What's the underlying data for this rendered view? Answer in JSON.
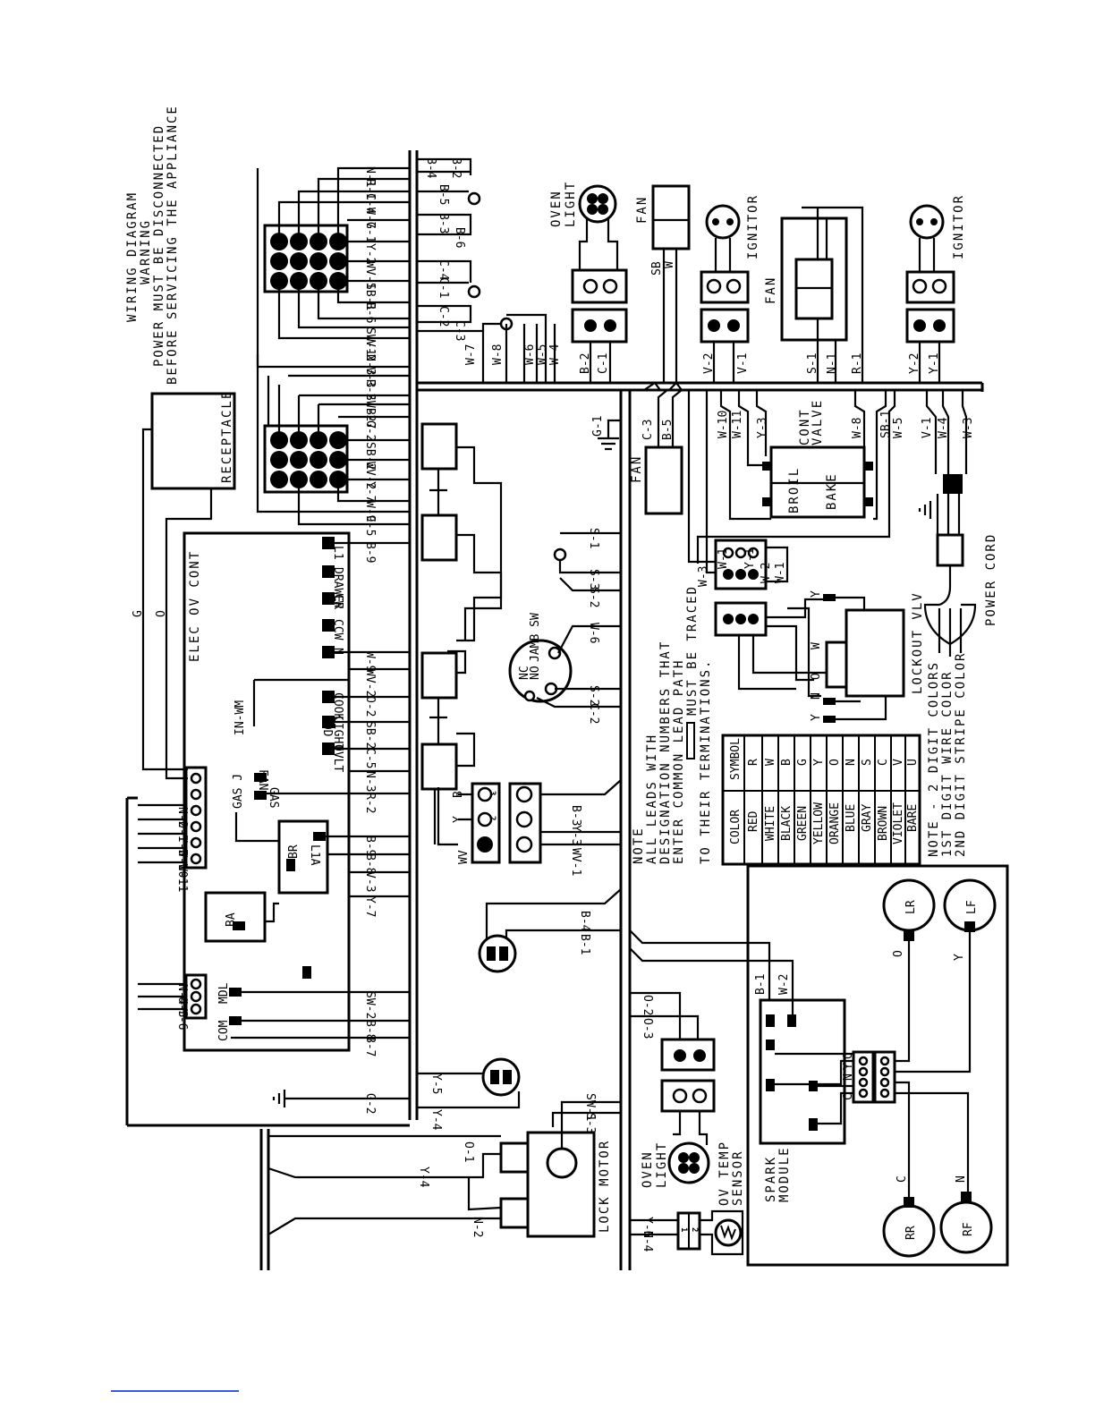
{
  "header": {
    "title": "WIRING DIAGRAM",
    "warning": "WARNING",
    "line1": "POWER MUST BE DISCONNECTED",
    "line2": "BEFORE SERVICING THE APPLIANCE"
  },
  "components": {
    "receptacle": "RECEPTACLE",
    "elec_ov_cont": "ELEC OV CONT",
    "oven_light": [
      "OVEN",
      "LIGHT"
    ],
    "fan": "FAN",
    "ignitor": "IGNITOR",
    "cont_valve": [
      "CONT",
      "VALVE"
    ],
    "broil": "BROIL",
    "bake": "BAKE",
    "jamb_sw": "JAMB SW",
    "lockout_vlv": "LOCKOUT VLV",
    "power_cord": "POWER CORD",
    "lock_motor": "LOCK MOTOR",
    "ov_temp_sensor": [
      "OV TEMP",
      "SENSOR"
    ],
    "spark_module": [
      "SPARK",
      "MODULE"
    ],
    "burners": [
      "LR",
      "LF",
      "RR",
      "RF"
    ],
    "control_terms": [
      "L1",
      "DRAWER",
      "CW",
      "CCW",
      "N",
      "COOK",
      "LIGHT",
      "FOD",
      "OVLT",
      "GAS",
      "FAN",
      "GAS J",
      "IN-WM",
      "COM",
      "MDL",
      "BR",
      "L1A",
      "BA"
    ]
  },
  "wire_labels": {
    "top_right": [
      "N-1",
      "R-1",
      "C-4",
      "W-7",
      "G-1",
      "Y-2",
      "WV-1",
      "SB-1",
      "B-6",
      "SW-1",
      "V-2",
      "N-3",
      "V-3",
      "R-2",
      "SW-2",
      "B-7",
      "G-2",
      "SB-2",
      "WV-2",
      "Y-7",
      "W-9",
      "C-5"
    ],
    "bundle_right": [
      "B-4",
      "B-2",
      "B-5",
      "B-3",
      "B-6",
      "C-4",
      "C-1",
      "C-2",
      "C-3",
      "W-7",
      "W-8",
      "W-6",
      "W-5",
      "W-4",
      "B-2",
      "C-1",
      "V-2",
      "V-1",
      "S-1",
      "N-1",
      "R-1",
      "Y-2",
      "Y-1",
      "SB",
      "W"
    ],
    "control": [
      "B-9",
      "W-9",
      "WV-2",
      "O-2",
      "SB-2",
      "C-5",
      "N-3",
      "R-2",
      "B-9",
      "B-8",
      "V-3",
      "Y-7",
      "SW-2",
      "B-8",
      "B-7",
      "G-2",
      "Y-5",
      "Y-4",
      "N-2",
      "O-1",
      "Y-5",
      "W-10",
      "W-11",
      "N-4",
      "O-3",
      "Y-6",
      "G",
      "O"
    ],
    "middle": [
      "G-1",
      "S-1",
      "S-3",
      "S-2",
      "W-6",
      "S-2",
      "C-2",
      "B-3",
      "Y-3",
      "WV-1",
      "B-4",
      "B-1",
      "SW-1",
      "S-3",
      "O-1",
      "Y-4",
      "N-2",
      "C-3",
      "B-5",
      "W-10",
      "W-11",
      "Y-3",
      "W-8",
      "SB-1",
      "W-5",
      "V-1",
      "W-4",
      "W-3",
      "W-3",
      "W-1",
      "Y-1",
      "W-2",
      "W-1",
      "B-1",
      "W-2",
      "O-2",
      "O-3",
      "Y-6",
      "N-4",
      "WV",
      "B",
      "Y",
      "W",
      "O",
      "N",
      "C"
    ]
  },
  "note_leads": [
    "NOTE",
    "ALL LEADS WITH",
    "DESIGNATION NUMBERS THAT",
    "ENTER COMMON LEAD PATH",
    "MUST BE TRACED",
    "TO THEIR TERMINATIONS."
  ],
  "note_colors": [
    "NOTE - 2 DIGIT COLORS",
    "1ST DIGIT WIRE COLOR",
    "2ND DIGIT STRIPE COLOR"
  ],
  "color_table": {
    "headers": [
      "COLOR",
      "SYMBOL"
    ],
    "rows": [
      [
        "RED",
        "R"
      ],
      [
        "WHITE",
        "W"
      ],
      [
        "BLACK",
        "B"
      ],
      [
        "GREEN",
        "G"
      ],
      [
        "YELLOW",
        "Y"
      ],
      [
        "ORANGE",
        "O"
      ],
      [
        "BLUE",
        "N"
      ],
      [
        "GRAY",
        "S"
      ],
      [
        "BROWN",
        "C"
      ],
      [
        "VIOLET",
        "V"
      ],
      [
        "BARE",
        "U"
      ]
    ]
  }
}
